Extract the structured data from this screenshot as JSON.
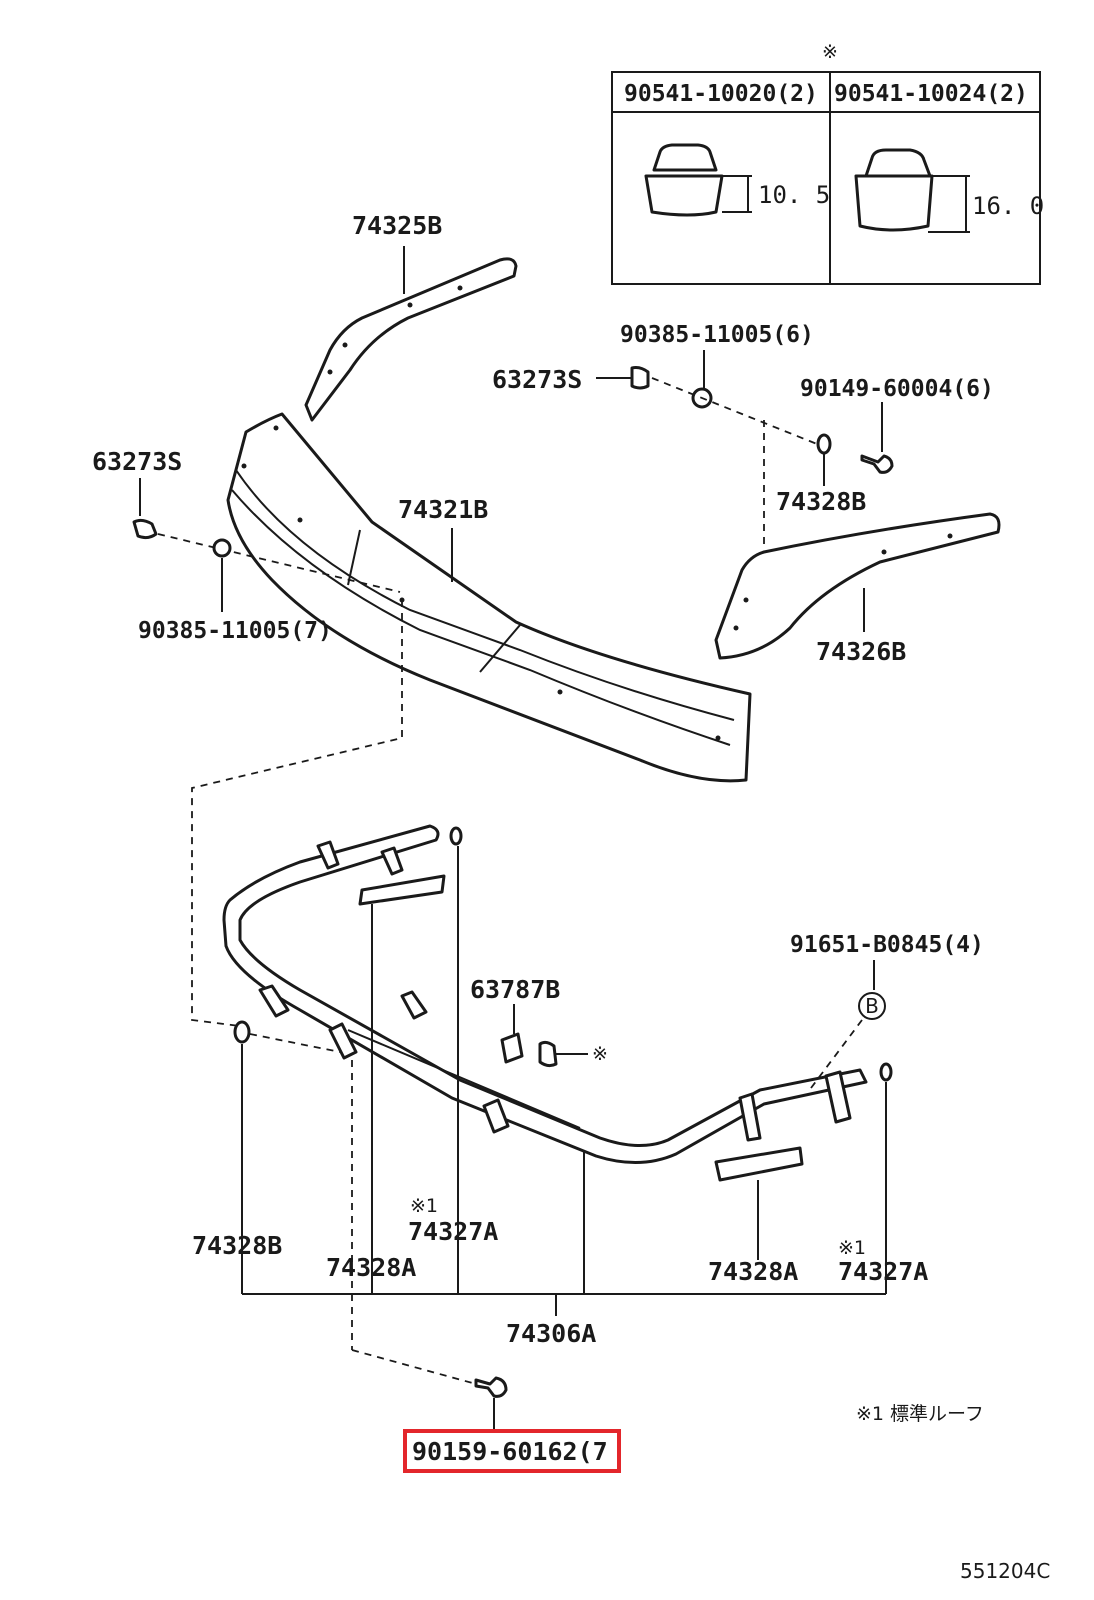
{
  "inset": {
    "mark": "※",
    "col1_part": "90541-10020(2)",
    "col2_part": "90541-10024(2)",
    "col1_dim": "10. 5",
    "col2_dim": "16. 0"
  },
  "labels": {
    "p74325B": "74325B",
    "p90385_top": "90385-11005(6)",
    "p63273S_top": "63273S",
    "p90149": "90149-60004(6)",
    "p63273S_left": "63273S",
    "p74321B": "74321B",
    "p74328B_top": "74328B",
    "p90385_left": "90385-11005(7)",
    "p74326B": "74326B",
    "p91651": "91651-B0845(4)",
    "callout_b": "B",
    "p63787B": "63787B",
    "mark_63787B": "※",
    "mark1_a": "※1",
    "p74327A_a": "74327A",
    "p74328B_low": "74328B",
    "p74328A_a": "74328A",
    "p74328A_b": "74328A",
    "mark1_b": "※1",
    "p74327A_b": "74327A",
    "p74306A": "74306A",
    "footnote": "※1 標準ルーフ",
    "p90159": "90159-60162(7",
    "diagram_code": "551204C"
  },
  "highlight_color": "#e3262b"
}
